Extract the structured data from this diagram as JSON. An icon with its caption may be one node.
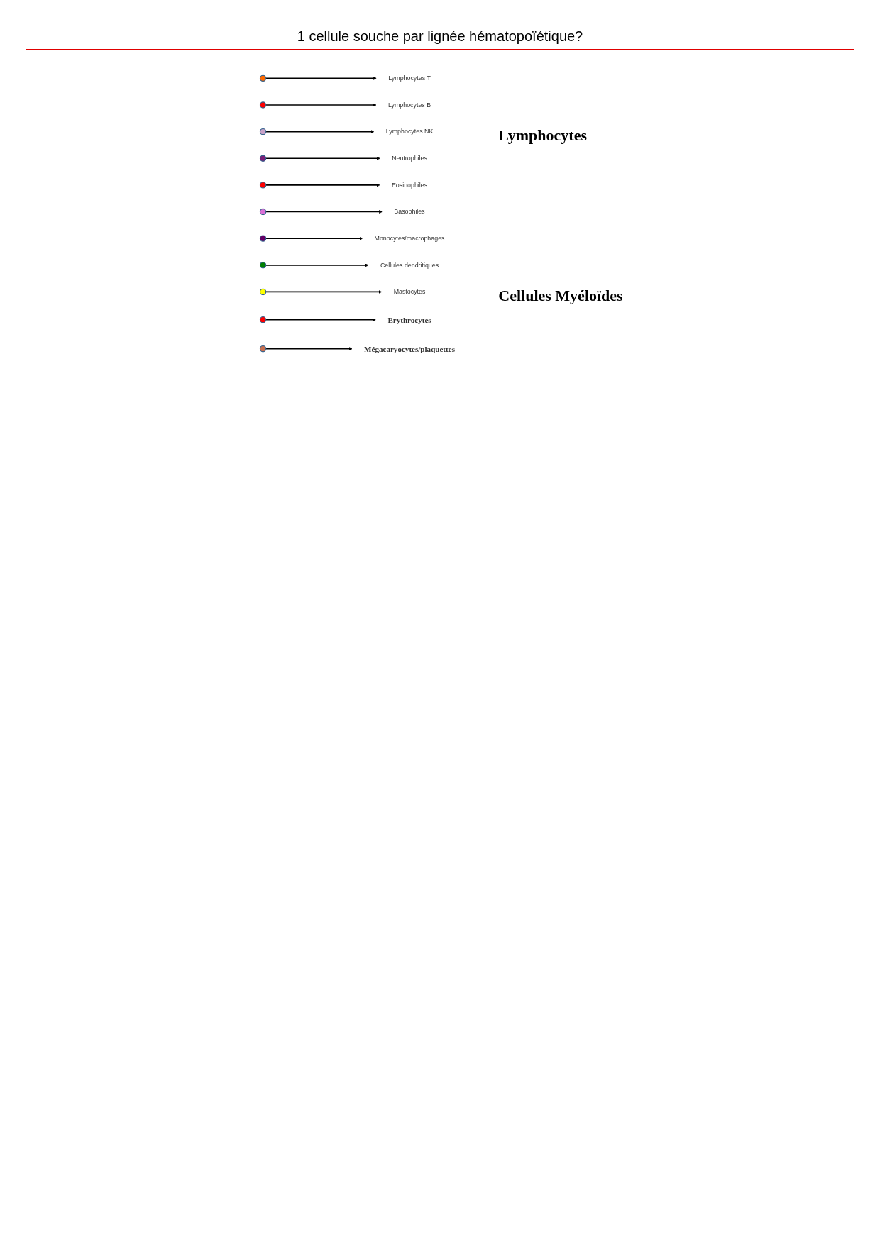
{
  "diagram": {
    "title": "1 cellule souche par lignée hématopoïétique?",
    "nodes": [
      {
        "text": [],
        "shape": "circle"
      },
      {
        "text": [
          "Lymphocytes T"
        ]
      },
      {
        "text": [],
        "shape": "circle"
      },
      {
        "text": [
          "Lymphocytes B"
        ]
      },
      {
        "text": [],
        "shape": "circle"
      },
      {
        "text": [
          "Lymphocytes NK"
        ]
      },
      {
        "text": [],
        "shape": "circle"
      },
      {
        "text": [
          "Neutrophiles"
        ]
      },
      {
        "text": [],
        "shape": "circle"
      },
      {
        "text": [
          "Eosinophiles"
        ]
      },
      {
        "text": [],
        "shape": "circle"
      },
      {
        "text": [
          "Basophiles"
        ]
      },
      {
        "text": [],
        "shape": "circle"
      },
      {
        "text": [
          "Monocytes/macrophages"
        ]
      },
      {
        "text": [],
        "shape": "circle"
      },
      {
        "text": [
          "Cellules dendritiques"
        ]
      },
      {
        "text": [],
        "shape": "circle"
      },
      {
        "text": [
          "Mastocytes"
        ]
      },
      {
        "text": [],
        "shape": "circle"
      },
      {
        "text": [
          "Erythrocytes"
        ]
      },
      {
        "text": [],
        "shape": "circle"
      },
      {
        "text": [
          "Mégacaryocytes/plaquettes"
        ]
      }
    ],
    "edges": [
      {
        "from": 0,
        "to": 1,
        "arrow": "to"
      },
      {
        "from": 2,
        "to": 3,
        "arrow": "to"
      },
      {
        "from": 4,
        "to": 5,
        "arrow": "to"
      },
      {
        "from": 6,
        "to": 7,
        "arrow": "to"
      },
      {
        "from": 8,
        "to": 9,
        "arrow": "to"
      },
      {
        "from": 10,
        "to": 11,
        "arrow": "to"
      },
      {
        "from": 12,
        "to": 13,
        "arrow": "to"
      },
      {
        "from": 14,
        "to": 15,
        "arrow": "to"
      },
      {
        "from": 16,
        "to": 17,
        "arrow": "to"
      },
      {
        "from": 18,
        "to": 19,
        "arrow": "to"
      },
      {
        "from": 20,
        "to": 21,
        "arrow": "to"
      }
    ],
    "labels": [
      "Lymphocytes",
      "Cellules Myéloïdes"
    ]
  }
}
